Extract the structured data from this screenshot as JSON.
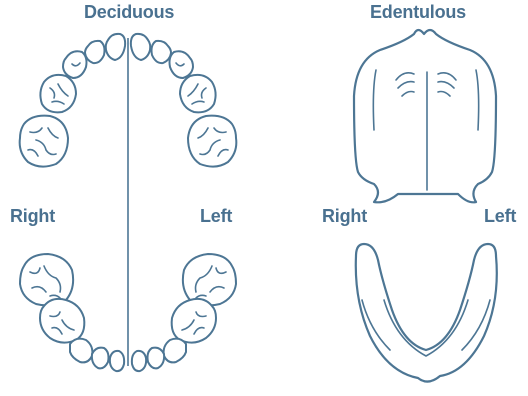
{
  "titles": {
    "deciduous": "Deciduous",
    "edentulous": "Edentulous"
  },
  "sides": {
    "deciduous_right": "Right",
    "deciduous_left": "Left",
    "edentulous_right": "Right",
    "edentulous_left": "Left"
  },
  "colors": {
    "outline": "#4d7694",
    "text": "#4a7190",
    "background": "#ffffff"
  }
}
